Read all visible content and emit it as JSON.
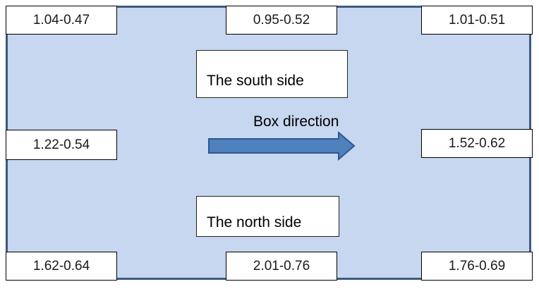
{
  "corners": {
    "top_left": "1.04-0.47",
    "top_center": "0.95-0.52",
    "top_right": "1.01-0.51",
    "middle_left": "1.22-0.54",
    "middle_right": "1.52-0.62",
    "bottom_left": "1.62-0.64",
    "bottom_center": "2.01-0.76",
    "bottom_right": "1.76-0.69"
  },
  "sides": {
    "south": "The south side",
    "north": "The north side"
  },
  "direction": {
    "label": "Box direction",
    "arrow_icon": "right-arrow-icon"
  },
  "colors": {
    "box_fill": "#c6d7ef",
    "box_border": "#3d5a80",
    "arrow_fill": "#4f81bd",
    "arrow_stroke": "#2f5597"
  }
}
